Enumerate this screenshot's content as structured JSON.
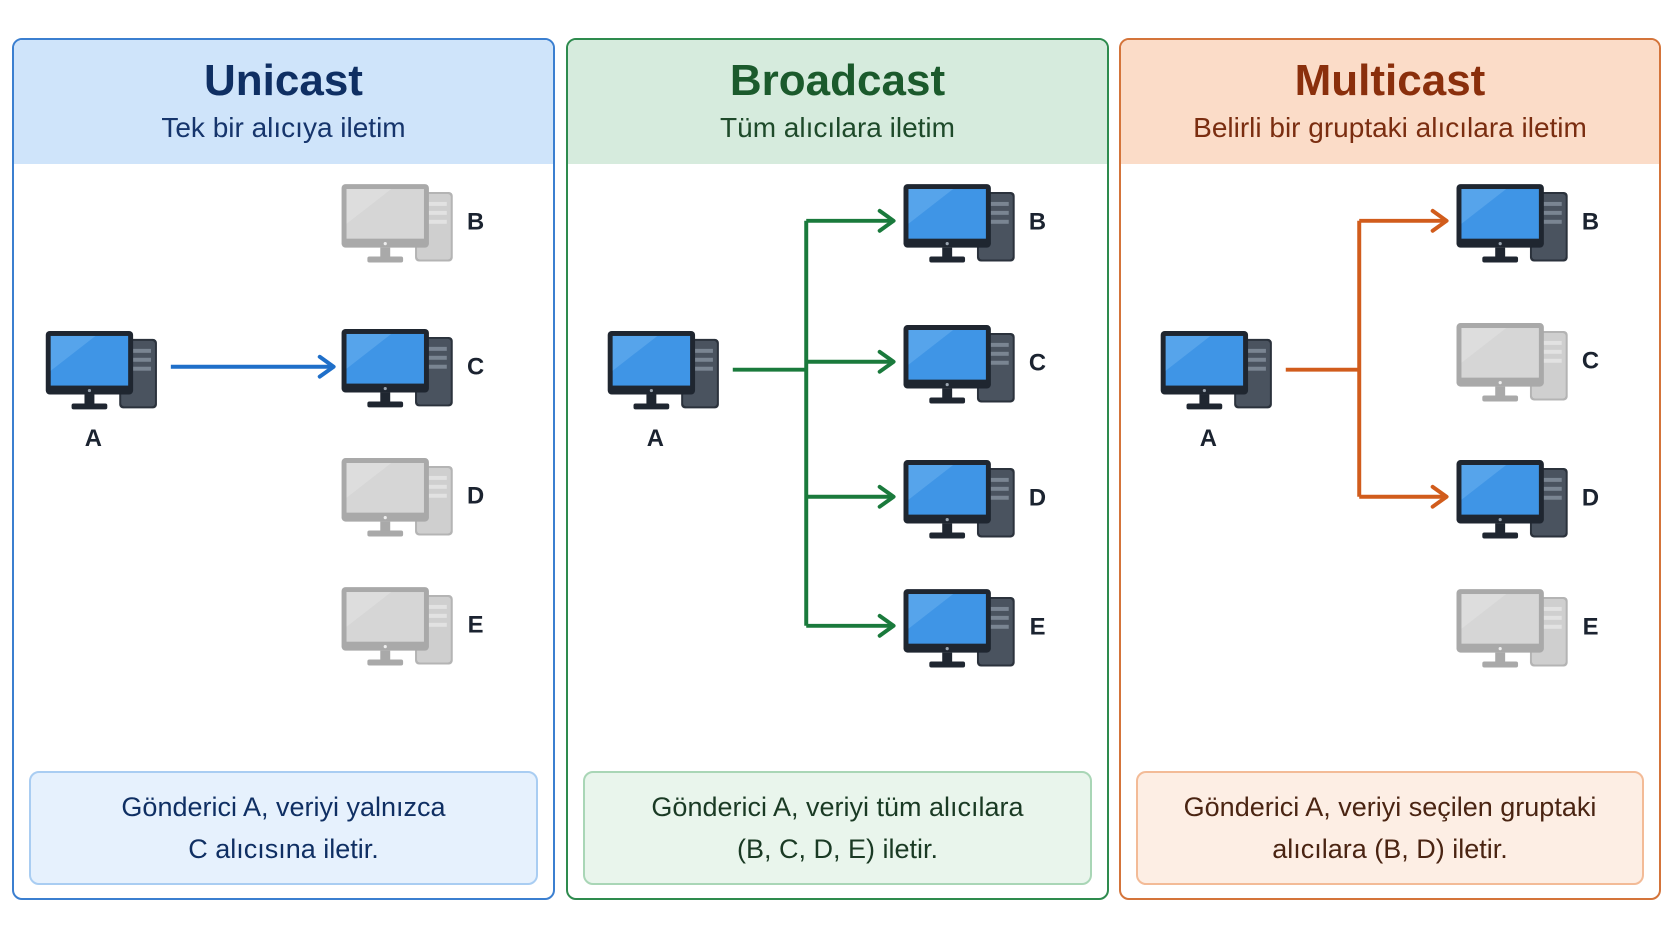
{
  "panels": [
    {
      "id": "unicast",
      "title": "Unicast",
      "subtitle": "Tek bir alıcıya iletim",
      "caption_lines": [
        "Gönderici A, veriyi yalnızca",
        "C alıcısına iletir."
      ],
      "accent": "#1f6fc9",
      "sender": "A",
      "receivers": [
        {
          "label": "B",
          "active": false
        },
        {
          "label": "C",
          "active": true
        },
        {
          "label": "D",
          "active": false
        },
        {
          "label": "E",
          "active": false
        }
      ]
    },
    {
      "id": "broadcast",
      "title": "Broadcast",
      "subtitle": "Tüm alıcılara iletim",
      "caption_lines": [
        "Gönderici A, veriyi tüm alıcılara",
        "(B, C, D, E) iletir."
      ],
      "accent": "#1a7a3c",
      "sender": "A",
      "receivers": [
        {
          "label": "B",
          "active": true
        },
        {
          "label": "C",
          "active": true
        },
        {
          "label": "D",
          "active": true
        },
        {
          "label": "E",
          "active": true
        }
      ]
    },
    {
      "id": "multicast",
      "title": "Multicast",
      "subtitle": "Belirli bir gruptaki alıcılara iletim",
      "caption_lines": [
        "Gönderici A, veriyi seçilen gruptaki",
        "alıcılara (B, D) iletir."
      ],
      "accent": "#d15c1c",
      "sender": "A",
      "receivers": [
        {
          "label": "B",
          "active": true
        },
        {
          "label": "C",
          "active": false
        },
        {
          "label": "D",
          "active": true
        },
        {
          "label": "E",
          "active": false
        }
      ]
    }
  ],
  "icons": {
    "active_computer": "computer-icon",
    "inactive_computer": "computer-icon-inactive"
  }
}
